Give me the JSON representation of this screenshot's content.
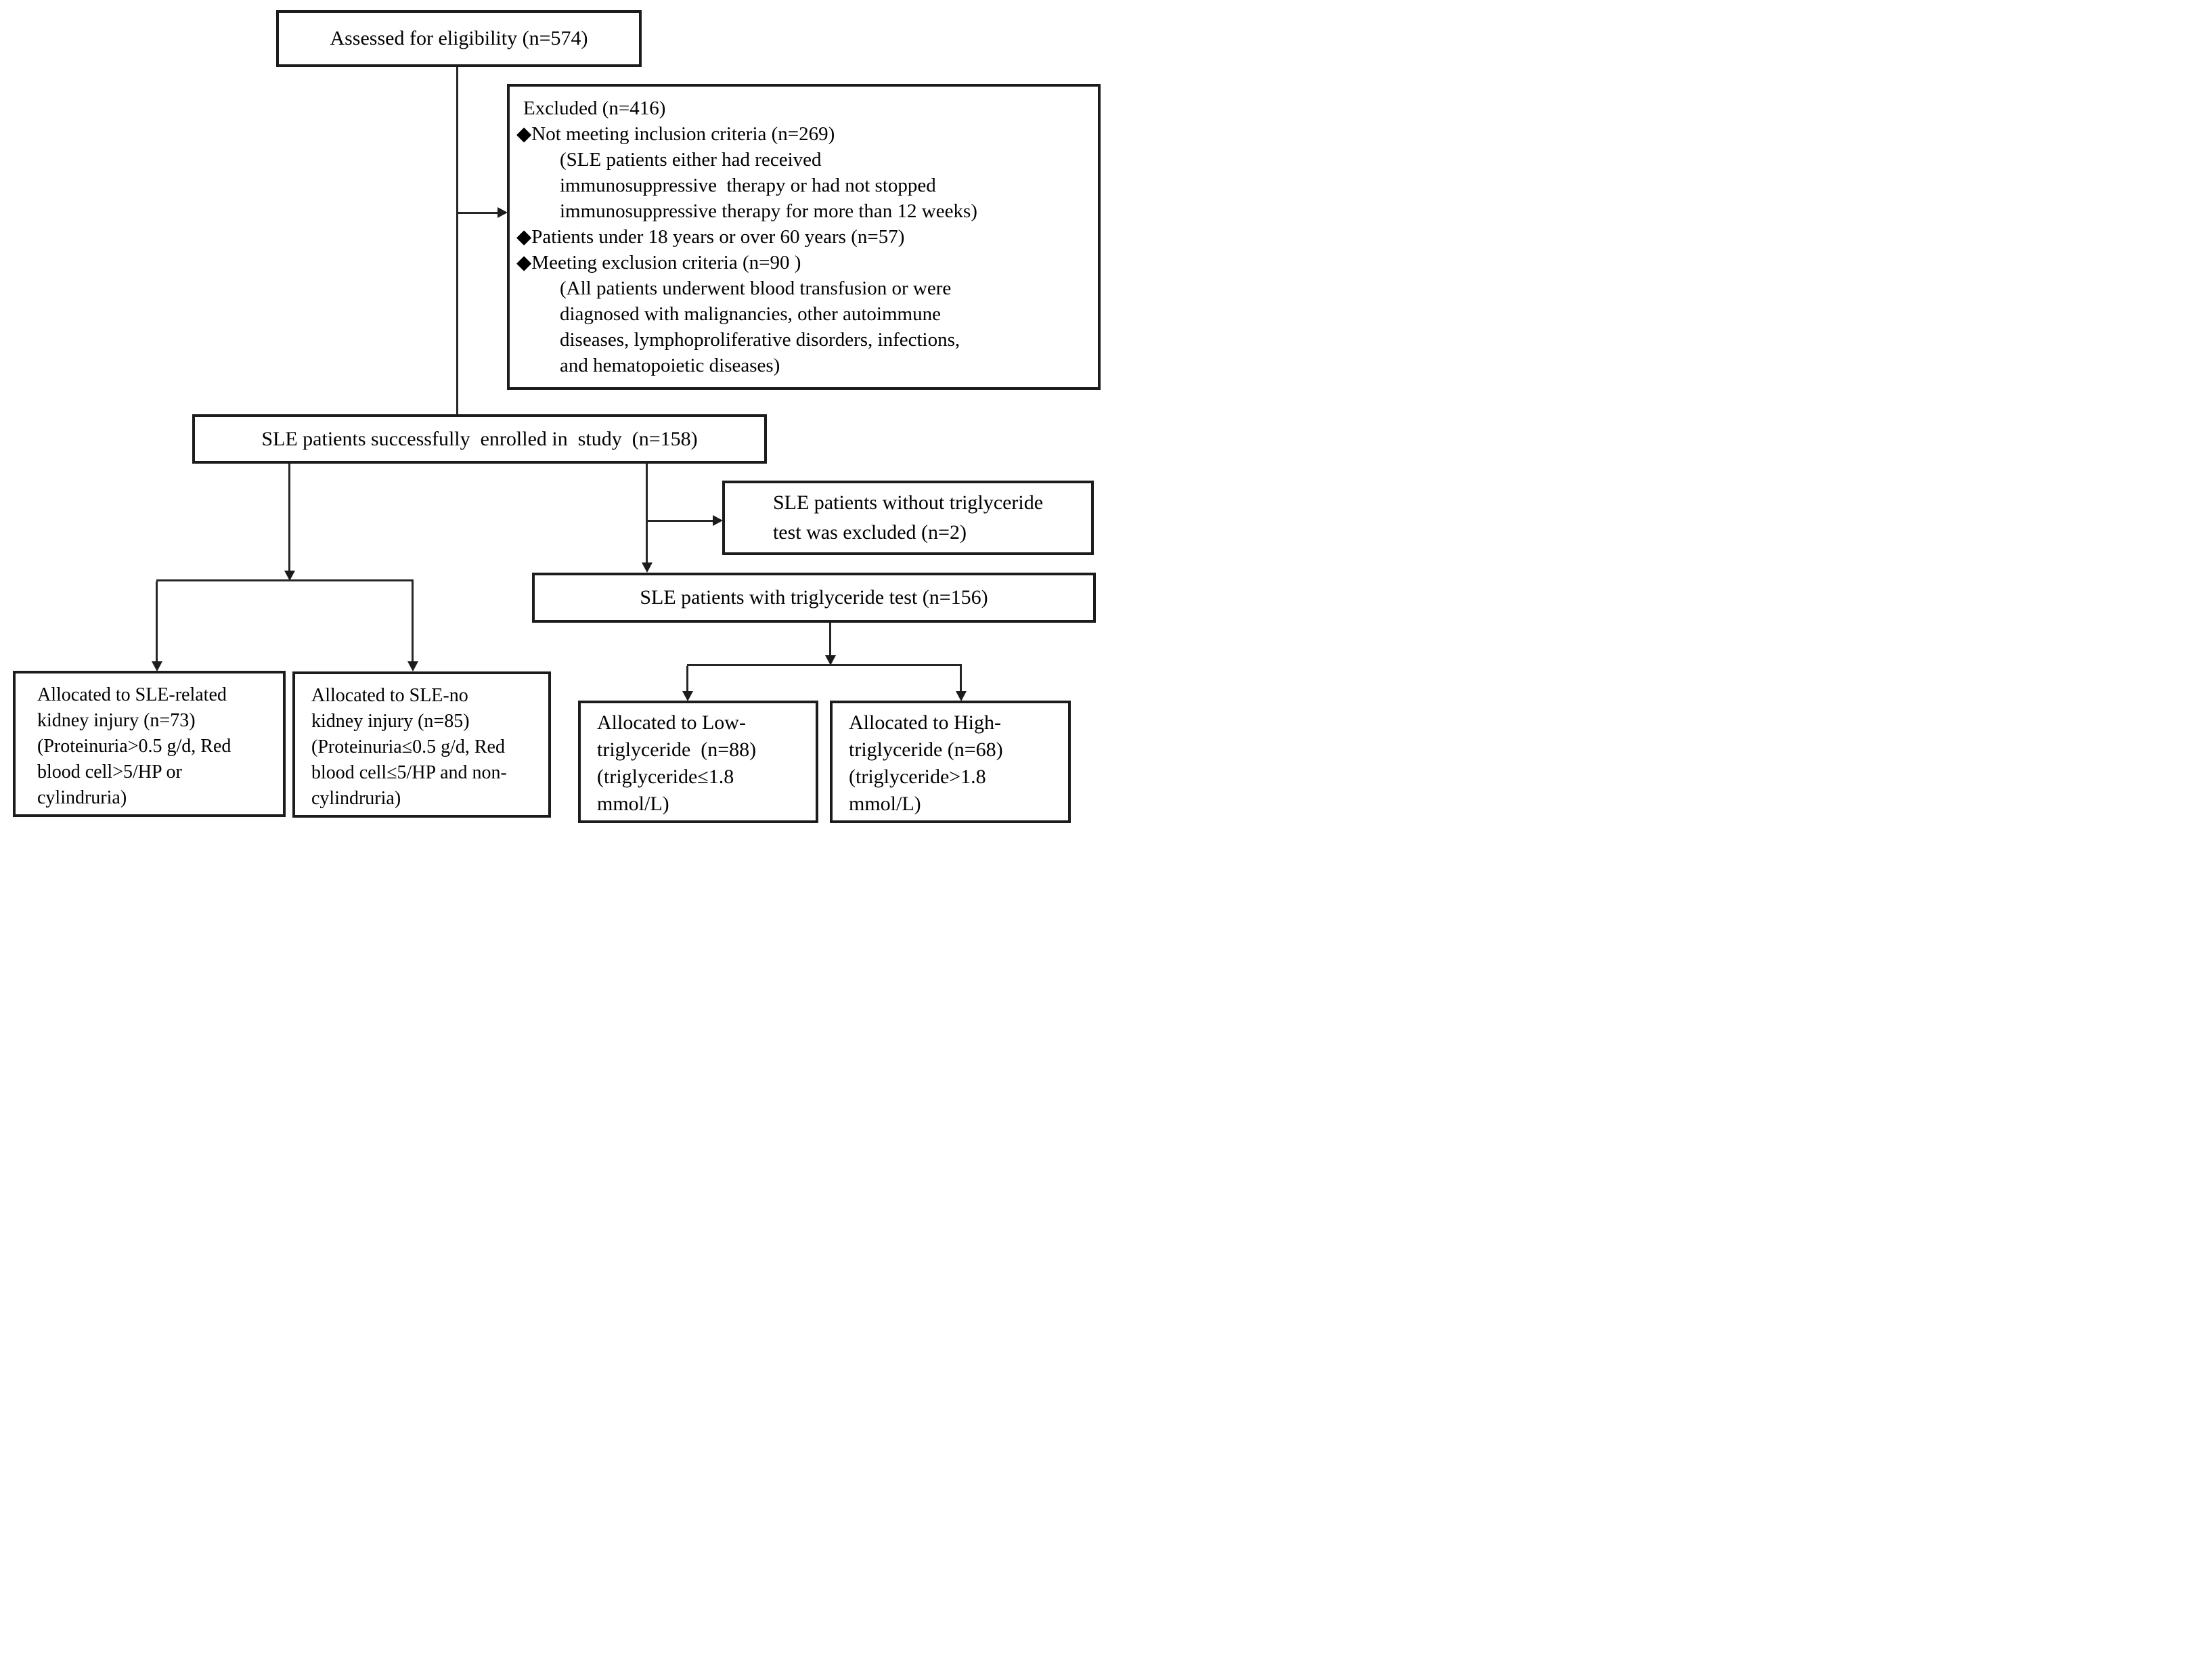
{
  "flowchart": {
    "assessed": {
      "text": "Assessed for eligibility (n=574)"
    },
    "excluded": {
      "lines": [
        "Excluded (n=416)",
        "◆Not meeting inclusion criteria (n=269)",
        "(SLE patients either had received",
        "immunosuppressive  therapy or had not stopped",
        "immunosuppressive therapy for more than 12 weeks)",
        "◆Patients under 18 years or over 60 years (n=57)",
        "◆Meeting exclusion criteria (n=90 )",
        "(All patients underwent blood transfusion or were",
        "diagnosed with malignancies, other autoimmune",
        "diseases, lymphoproliferative disorders, infections,",
        "and hematopoietic diseases)"
      ]
    },
    "enrolled": {
      "text": "SLE patients successfully  enrolled in  study  (n=158)"
    },
    "no_tg_test": {
      "text": "SLE patients without triglyceride\ntest was excluded (n=2)"
    },
    "with_tg_test": {
      "text": "SLE patients with triglyceride test (n=156)"
    },
    "sle_kidney": {
      "text": "Allocated to SLE-related\nkidney injury (n=73)\n(Proteinuria>0.5 g/d, Red\nblood cell>5/HP or\ncylindruria)"
    },
    "sle_no_kidney": {
      "text": "Allocated to SLE-no\nkidney injury (n=85)\n(Proteinuria≤0.5 g/d, Red\nblood cell≤5/HP and non-\ncylindruria)"
    },
    "low_tg": {
      "text": "Allocated to Low-\ntriglyceride  (n=88)\n(triglyceride≤1.8\nmmol/L)"
    },
    "high_tg": {
      "text": "Allocated to High-\ntriglyceride (n=68)\n(triglyceride>1.8\nmmol/L)"
    }
  },
  "colors": {
    "background": "#ffffff",
    "border": "#1c1c1c",
    "line": "#262626",
    "text": "#000000"
  }
}
